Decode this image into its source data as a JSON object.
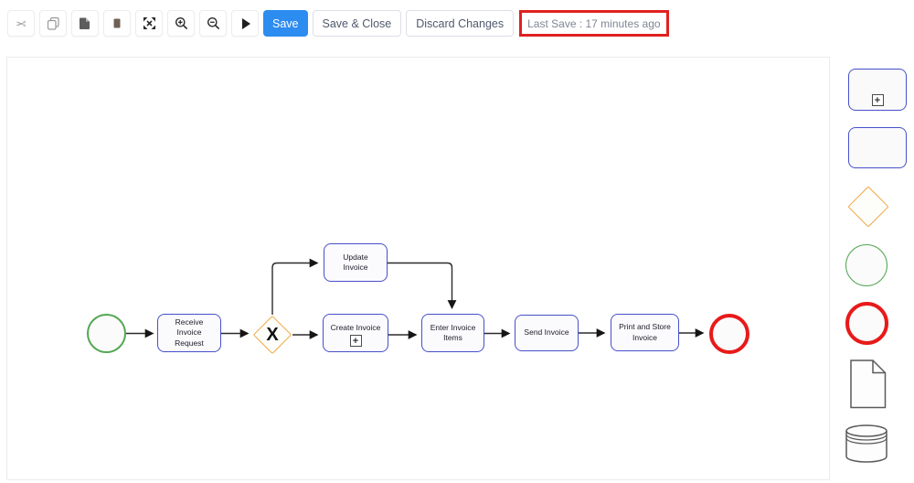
{
  "toolbar": {
    "icons": [
      "cut",
      "copy",
      "paste",
      "delete",
      "expand",
      "zoom-in",
      "zoom-out",
      "play"
    ],
    "save": "Save",
    "save_close": "Save & Close",
    "discard": "Discard Changes",
    "last_save": "Last Save : 17 minutes ago"
  },
  "colors": {
    "save_button": "#2d8cf0",
    "task_border": "#4650c9",
    "gateway_border": "#f0a640",
    "start_event_border": "#54a754",
    "end_event_border": "#e81a1a",
    "last_save_annotation": "#e02020"
  },
  "diagram": {
    "nodes": {
      "receive": "Receive\nInvoice\nRequest",
      "gateway": "X",
      "update": "Update\nInvoice",
      "create": "Create Invoice",
      "create_marker": "+",
      "enter": "Enter Invoice\nItems",
      "send": "Send Invoice",
      "print": "Print and Store\nInvoice"
    }
  },
  "palette": {
    "subprocess_marker": "+",
    "items": [
      "subprocess",
      "task",
      "gateway",
      "start-event",
      "end-event",
      "document",
      "data-store"
    ]
  }
}
